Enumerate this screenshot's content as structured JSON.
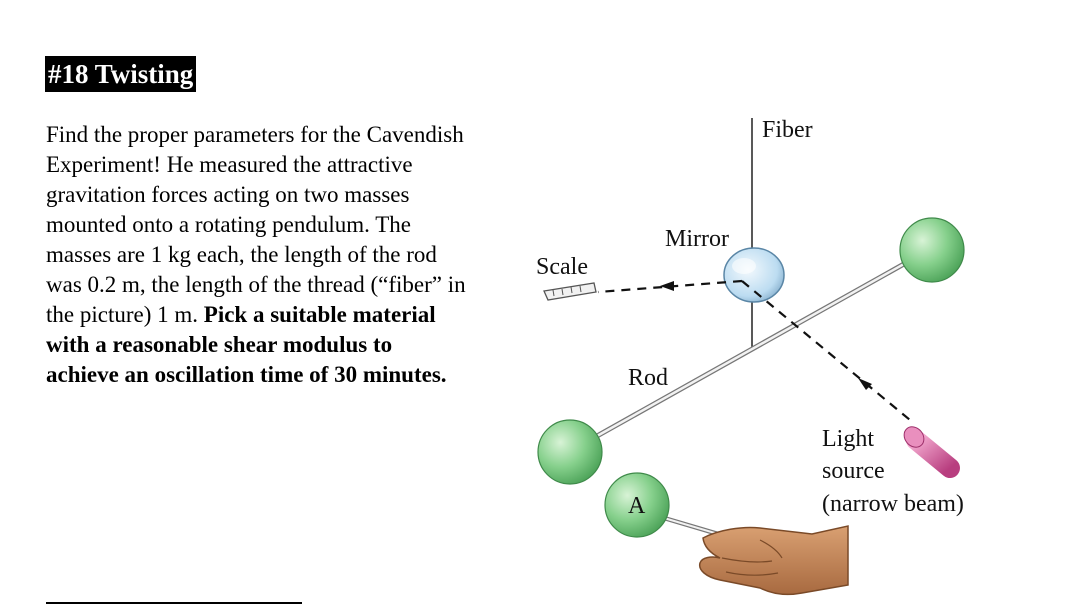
{
  "title": "#18 Twisting",
  "paragraph": {
    "normal": "Find the proper parameters for the Cavendish Experiment! He measured the attractive gravitation forces acting on two masses mounted onto a rotating pendulum. The masses are 1 kg each, the length of the rod was 0.2 m, the length of the thread (“fiber” in the picture) 1 m. ",
    "bold": "Pick a suitable material with a reasonable shear modulus to achieve an oscillation time of 30 minutes."
  },
  "figure": {
    "labels": {
      "fiber": "Fiber",
      "mirror": "Mirror",
      "scale": "Scale",
      "rod": "Rod",
      "light_line1": "Light",
      "light_line2": "source",
      "light_line3": "(narrow beam)",
      "mass_a": "A"
    },
    "colors": {
      "sphere": "#7fcf86",
      "mirror": "#cfe6f7",
      "light_source": "#d6579a",
      "hand": "#c98a5a"
    }
  }
}
